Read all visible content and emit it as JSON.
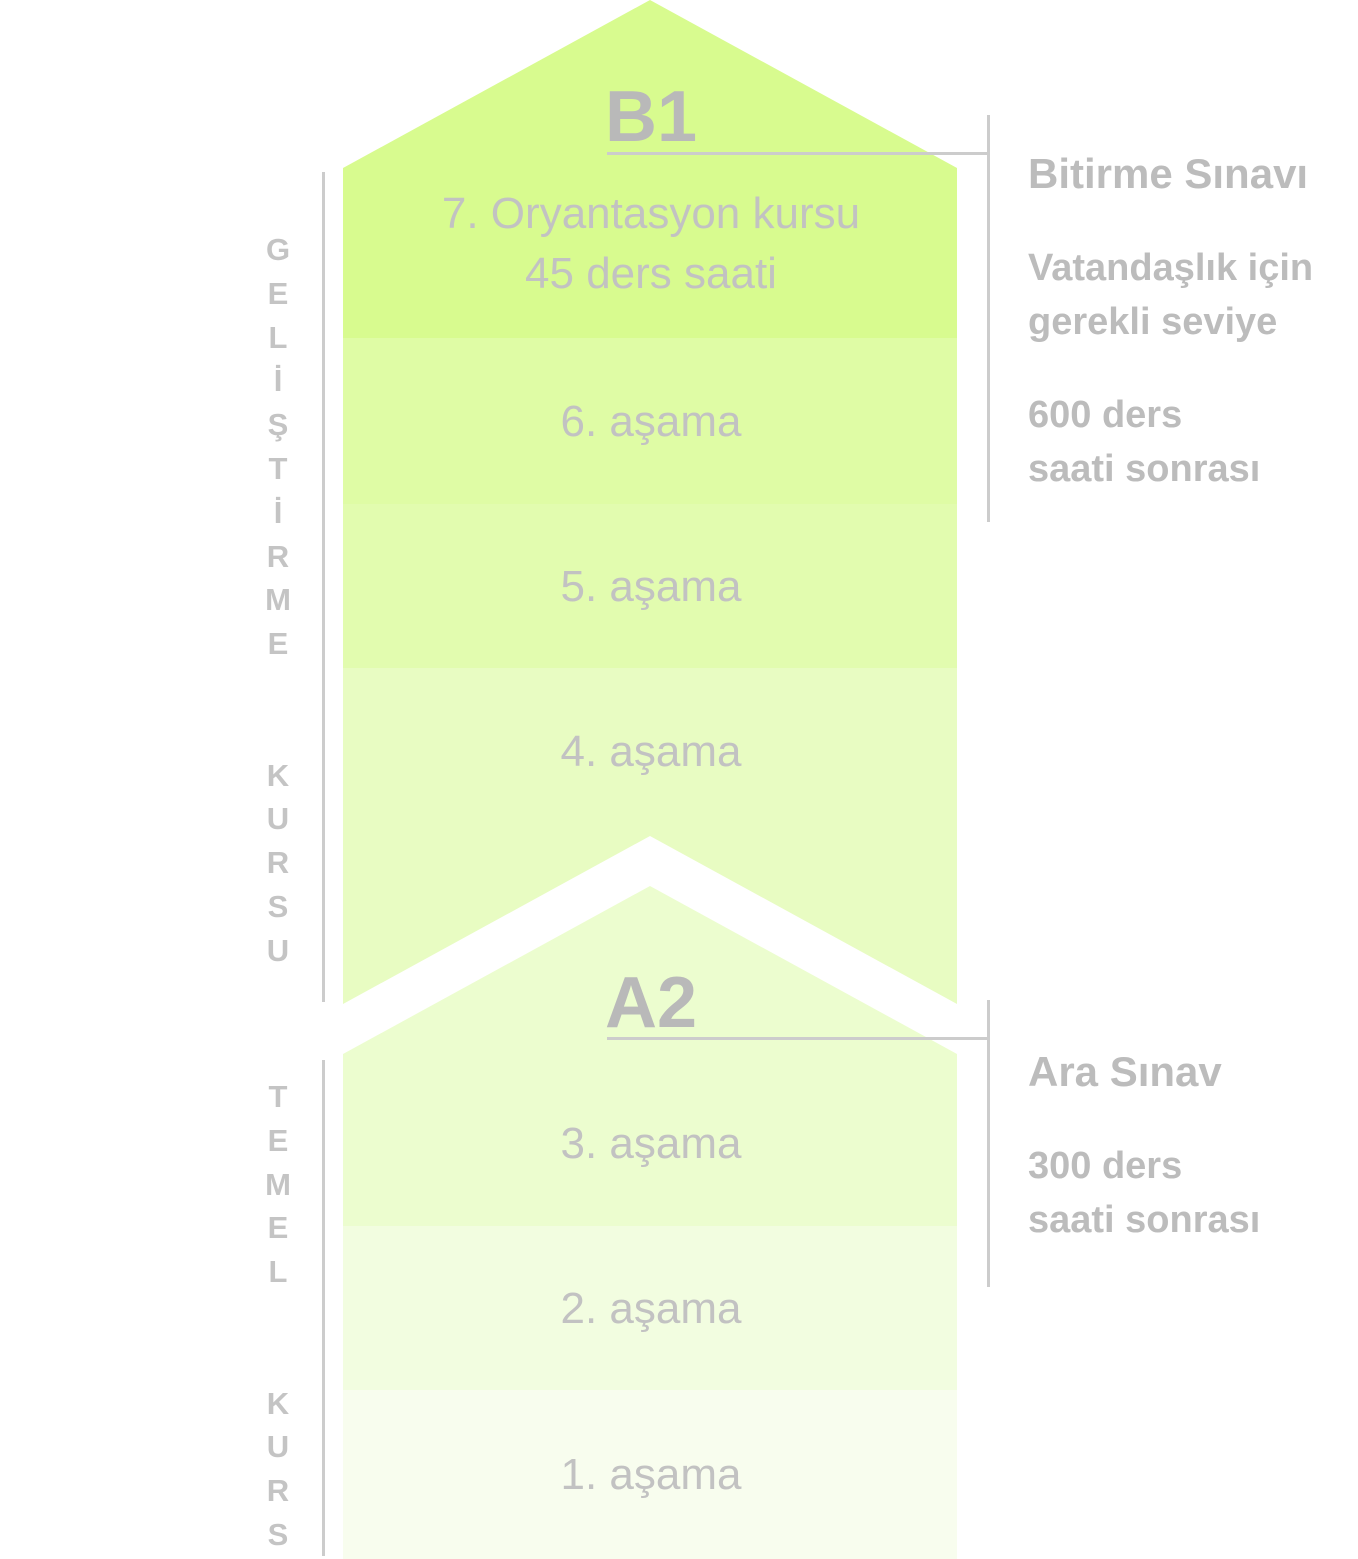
{
  "colors": {
    "stage7": "#d8fb8f",
    "stage6": "#dffca5",
    "stage5": "#e2fcaf",
    "stage4": "#e8fcc2",
    "stage3": "#ecfdcf",
    "stage2": "#f2fde0",
    "stage1": "#f8fdee",
    "text": "#c2c2c2",
    "line": "#cccccc"
  },
  "levels": {
    "b1": "B1",
    "a2": "A2"
  },
  "stages": {
    "s7_line1": "7. Oryantasyon kursu",
    "s7_line2": "45 ders saati",
    "s6": "6. aşama",
    "s5": "5. aşama",
    "s4": "4. aşama",
    "s3": "3. aşama",
    "s2": "2. aşama",
    "s1": "1. aşama"
  },
  "side_labels": {
    "upper": [
      "G",
      "E",
      "L",
      "İ",
      "Ş",
      "T",
      "İ",
      "R",
      "M",
      "E",
      "",
      "",
      "K",
      "U",
      "R",
      "S",
      "U"
    ],
    "lower": [
      "T",
      "E",
      "M",
      "E",
      "L",
      "",
      "",
      "K",
      "U",
      "R",
      "S"
    ]
  },
  "b1_info": {
    "exam": "Bitirme Sınavı",
    "req_line1": "Vatandaşlık için",
    "req_line2": "gerekli seviye",
    "hours_line1": "600 ders",
    "hours_line2": "saati sonrası"
  },
  "a2_info": {
    "exam": "Ara Sınav",
    "hours_line1": "300 ders",
    "hours_line2": "saati sonrası"
  }
}
